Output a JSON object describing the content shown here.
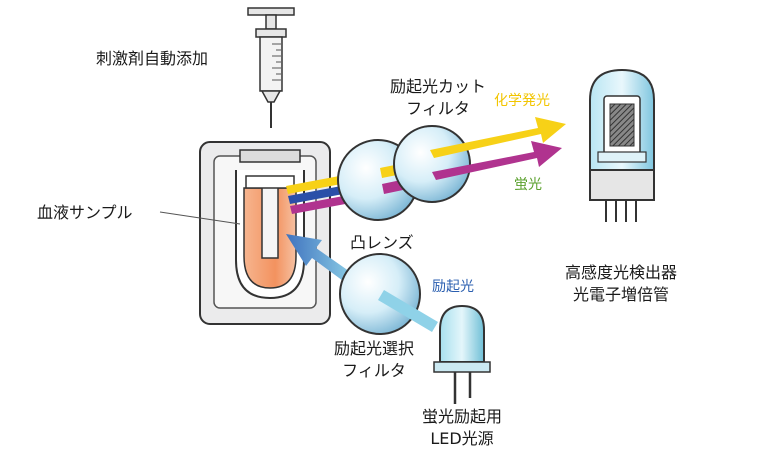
{
  "labels": {
    "stimulant_injection": "刺激剤自動添加",
    "blood_sample": "血液サンプル",
    "convex_lens": "凸レンズ",
    "excitation_cut_filter_line1": "励起光カット",
    "excitation_cut_filter_line2": "フィルタ",
    "chemiluminescence": "化学発光",
    "fluorescence": "蛍光",
    "pmt_line1": "高感度光検出器",
    "pmt_line2": "光電子増倍管",
    "excitation_light": "励起光",
    "excitation_select_filter_line1": "励起光選択",
    "excitation_select_filter_line2": "フィルタ",
    "led_line1": "蛍光励起用",
    "led_line2": "LED光源"
  },
  "colors": {
    "chemiluminescence": "#f7d117",
    "fluorescence_beam": "#b0338f",
    "fluorescence_label": "#5aa02c",
    "excitation_beam": "#3f7ec4",
    "excitation_label": "#2b5fb0",
    "blue_beam": "#2a4fa8",
    "sample": "#f19a6a",
    "lens": "#bfe3f2",
    "led": "#8fd6e8",
    "pmt_glass": "#9fd9ec",
    "holder": "#e9e9ea"
  }
}
